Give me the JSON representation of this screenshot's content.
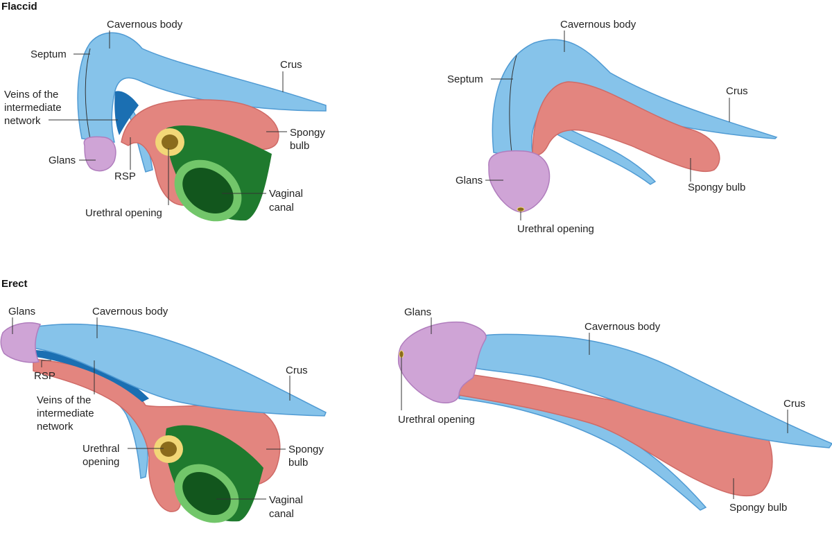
{
  "sections": {
    "flaccid": "Flaccid",
    "erect": "Erect"
  },
  "colors": {
    "cavernous_body": "#86c3ea",
    "cavernous_outline": "#4f9ad3",
    "spongy": "#e3857f",
    "spongy_outline": "#cf6a66",
    "glans": "#cfa4d6",
    "glans_outline": "#b07dbd",
    "veins": "#1b6fb2",
    "vagina": "#1f7a2e",
    "vagina_dark": "#12561d",
    "vaginal_rim": "#72c66a",
    "urethra_rim": "#f2d777",
    "urethra_inner": "#8a6b1c"
  },
  "panels": {
    "flaccid_section": {
      "cavernous_body": "Cavernous body",
      "septum": "Septum",
      "crus": "Crus",
      "veins": [
        "Veins of the",
        "intermediate",
        "network"
      ],
      "spongy_bulb": [
        "Spongy",
        "bulb"
      ],
      "glans": "Glans",
      "rsp": "RSP",
      "vaginal_canal": [
        "Vaginal",
        "canal"
      ],
      "urethral_opening": "Urethral opening"
    },
    "flaccid_side": {
      "cavernous_body": "Cavernous body",
      "septum": "Septum",
      "crus": "Crus",
      "glans": "Glans",
      "spongy_bulb": "Spongy bulb",
      "urethral_opening": "Urethral opening"
    },
    "erect_section": {
      "glans": "Glans",
      "cavernous_body": "Cavernous body",
      "rsp": "RSP",
      "veins": [
        "Veins of the",
        "intermediate",
        "network"
      ],
      "crus": "Crus",
      "urethral_opening": [
        "Urethral",
        "opening"
      ],
      "spongy_bulb": [
        "Spongy",
        "bulb"
      ],
      "vaginal_canal": [
        "Vaginal",
        "canal"
      ]
    },
    "erect_side": {
      "glans": "Glans",
      "cavernous_body": "Cavernous body",
      "urethral_opening": "Urethral opening",
      "crus": "Crus",
      "spongy_bulb": "Spongy bulb"
    }
  }
}
